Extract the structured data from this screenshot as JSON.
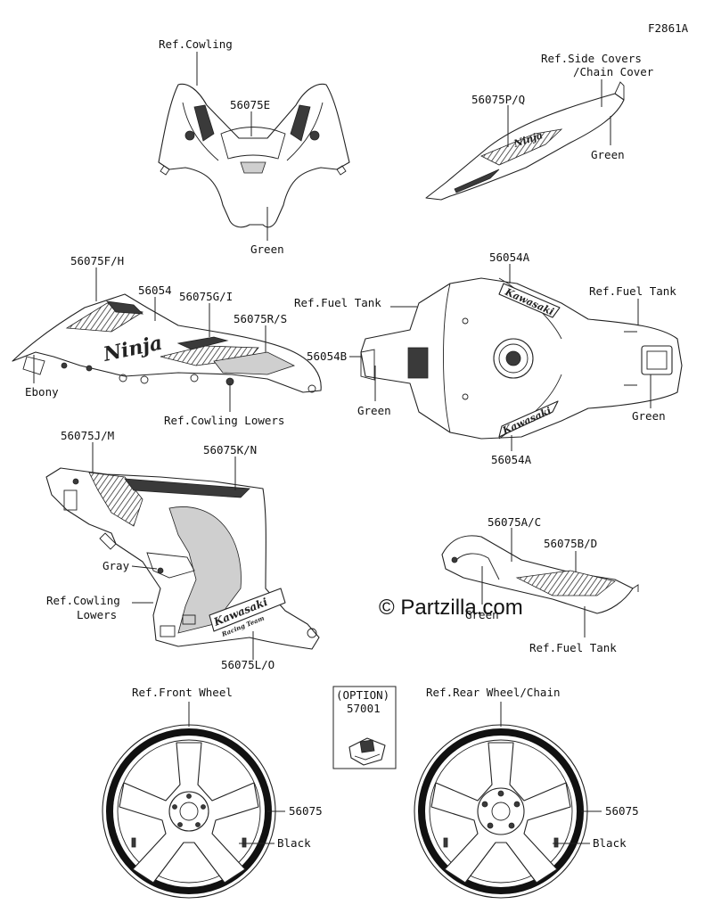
{
  "figure_code": "F2861A",
  "watermark": "© Partzilla.com",
  "labels": {
    "ref_cowling": "Ref.Cowling",
    "p_56075E": "56075E",
    "green_a": "Green",
    "ref_side_covers_1": "Ref.Side Covers",
    "ref_side_covers_2": "/Chain Cover",
    "p_56075PQ": "56075P/Q",
    "green_b": "Green",
    "p_56075FH": "56075F/H",
    "p_56054": "56054",
    "p_56075GI": "56075G/I",
    "p_56075RS": "56075R/S",
    "ebony": "Ebony",
    "ref_cowling_lowers_a": "Ref.Cowling Lowers",
    "ref_fuel_tank_a": "Ref.Fuel Tank",
    "p_56054A_top": "56054A",
    "ref_fuel_tank_b": "Ref.Fuel Tank",
    "p_56054B": "56054B",
    "green_c": "Green",
    "green_d": "Green",
    "p_56054A_bottom": "56054A",
    "p_56075JM": "56075J/M",
    "p_56075KN": "56075K/N",
    "gray": "Gray",
    "ref_cowling_lowers_b1": "Ref.Cowling",
    "ref_cowling_lowers_b2": "Lowers",
    "p_56075LO": "56075L/O",
    "p_56075AC": "56075A/C",
    "p_56075BD": "56075B/D",
    "green_e": "Green",
    "ref_fuel_tank_c": "Ref.Fuel Tank",
    "ref_front_wheel": "Ref.Front Wheel",
    "option": "(OPTION)",
    "p_57001": "57001",
    "ref_rear_wheel": "Ref.Rear Wheel/Chain",
    "p_56075_front": "56075",
    "black_front": "Black",
    "p_56075_rear": "56075",
    "black_rear": "Black"
  },
  "decal_text": {
    "ninja": "Ninja",
    "kawasaki_tank_top": "Kawasaki",
    "kawasaki_tank_bottom": "Kawasaki",
    "kawasaki_fairing": "Kawasaki",
    "racing_team": "Racing Team",
    "tail_logo": "Ninja"
  }
}
